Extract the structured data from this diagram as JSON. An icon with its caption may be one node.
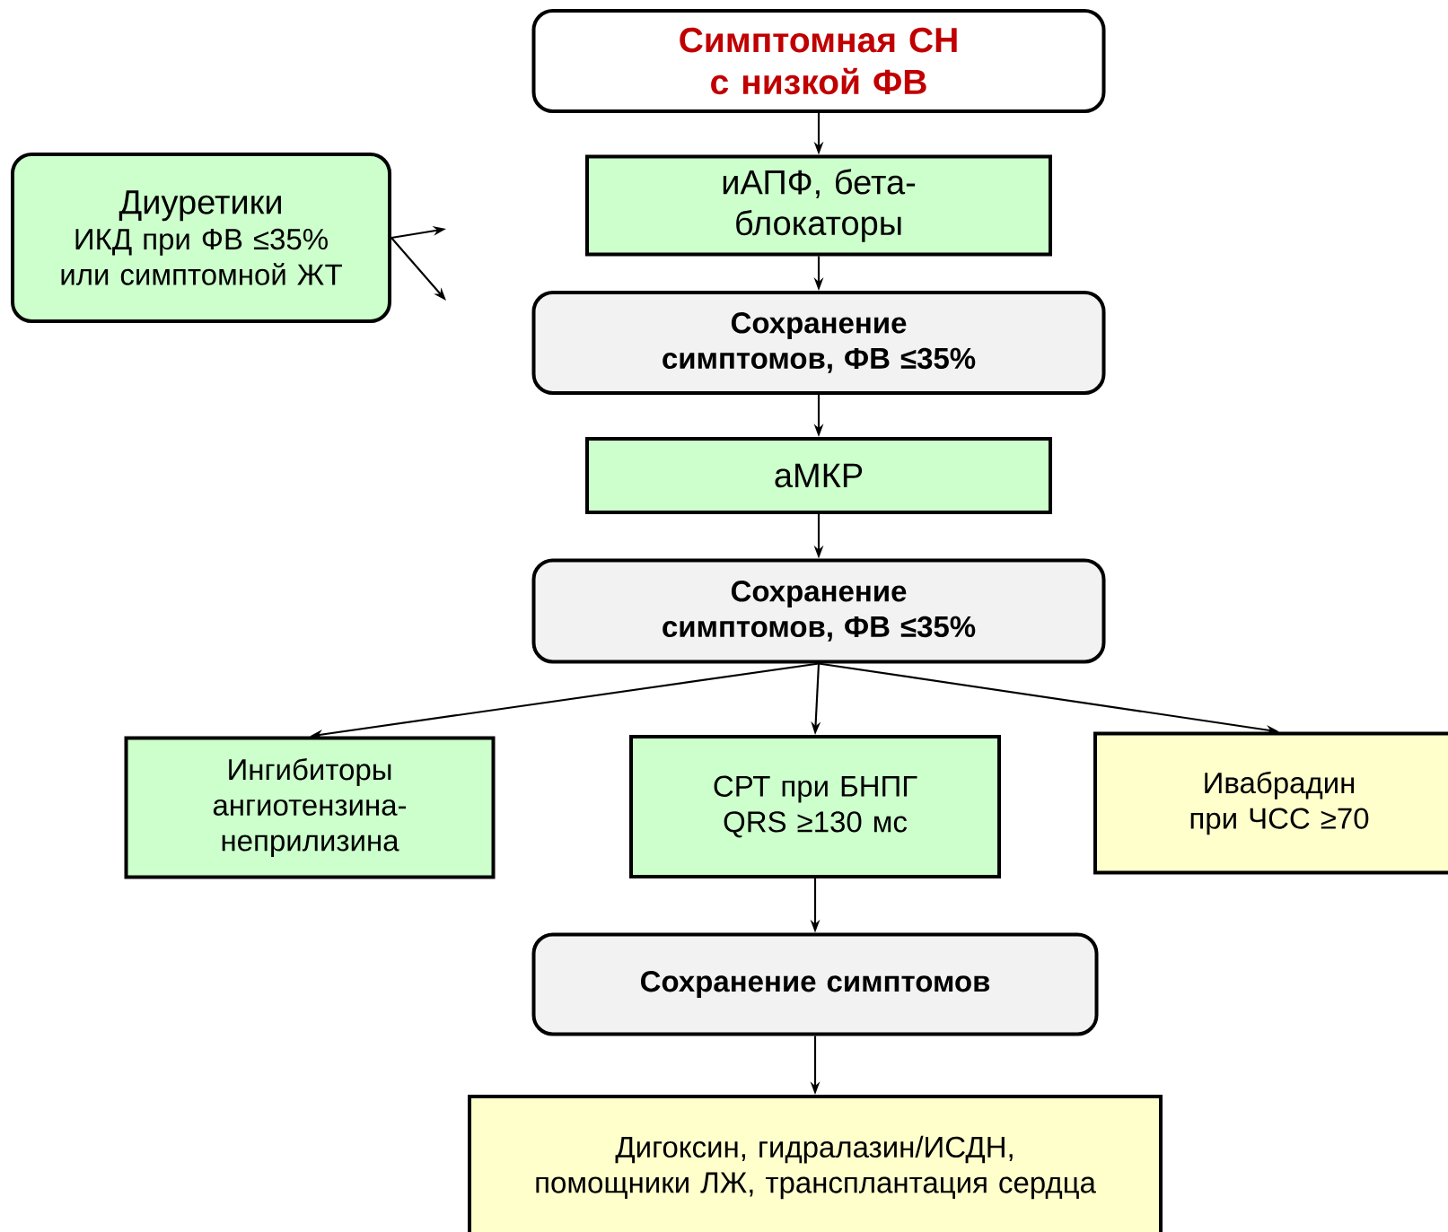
{
  "diagram": {
    "nodes": [
      {
        "text": [
          "Симптомная СН с низкой ФВ"
        ]
      },
      {
        "text": [
          "иАПФ, бета-блокаторы"
        ]
      },
      {
        "text": [
          "Сохранение симптомов, ФВ ≤35%"
        ]
      },
      {
        "text": [
          "аМКР"
        ]
      },
      {
        "text": [
          "Сохранение симптомов, ФВ ≤35%"
        ]
      },
      {
        "text": [
          "Ингибиторы ангиотензина-неприлизина"
        ]
      },
      {
        "text": [
          "СРТ при БНПГ QRS ≥130 мс"
        ]
      },
      {
        "text": [
          "Ивабрадин при ЧСС ≥70"
        ]
      },
      {
        "text": [
          "Сохранение симптомов"
        ]
      },
      {
        "text": [
          "Дигоксин, гидралазин/ИСДН, помощники ЛЖ, трансплантация сердца"
        ]
      },
      {
        "text": [
          "Диуретики",
          "ИКД при ФВ ≤35% или симптомной ЖТ"
        ]
      }
    ],
    "edges": [
      {
        "from": 0,
        "to": 1,
        "arrow": "to"
      },
      {
        "from": 1,
        "to": 2,
        "arrow": "to"
      },
      {
        "from": 2,
        "to": 3,
        "arrow": "to"
      },
      {
        "from": 3,
        "to": 4,
        "arrow": "to"
      },
      {
        "from": 4,
        "to": 5,
        "arrow": "to"
      },
      {
        "from": 4,
        "to": 6,
        "arrow": "to"
      },
      {
        "from": 4,
        "to": 7,
        "arrow": "to"
      },
      {
        "from": 6,
        "to": 8,
        "arrow": "to"
      },
      {
        "from": 8,
        "to": 9,
        "arrow": "to"
      },
      {
        "from": 10,
        "to": null,
        "arrow": "to"
      },
      {
        "from": 10,
        "to": null,
        "arrow": "to"
      }
    ]
  }
}
